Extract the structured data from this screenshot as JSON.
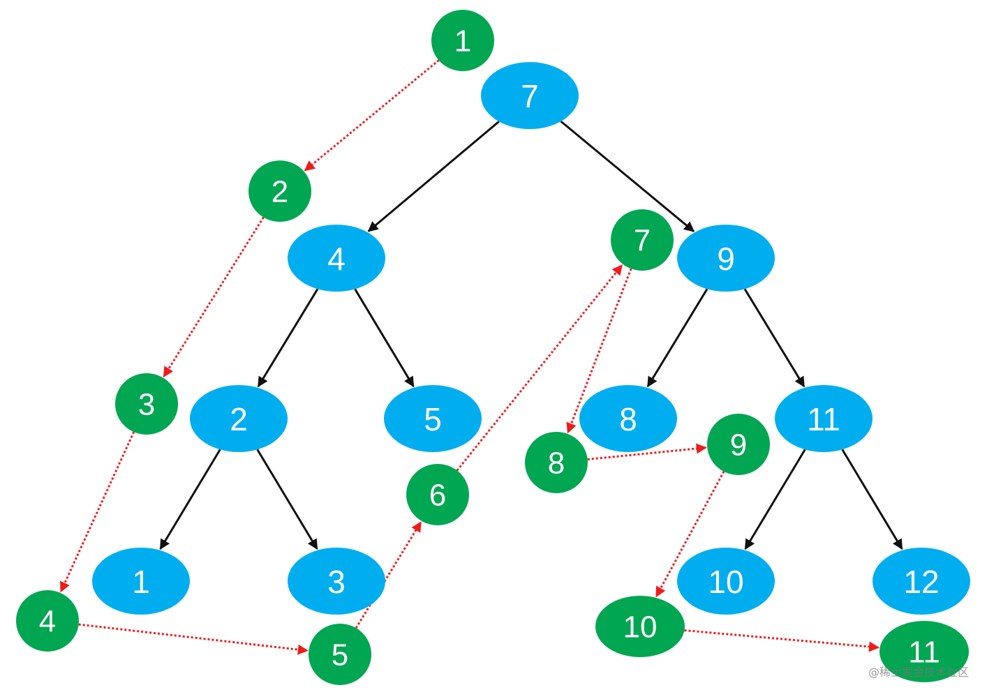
{
  "colors": {
    "tree_node": "#00AEEF",
    "order_node": "#00A651",
    "tree_edge": "#111111",
    "order_edge": "#ee1c1c",
    "label": "#ffffff"
  },
  "tree": {
    "nodes": [
      {
        "id": "t7",
        "label": "7"
      },
      {
        "id": "t4",
        "label": "4"
      },
      {
        "id": "t9",
        "label": "9"
      },
      {
        "id": "t2",
        "label": "2"
      },
      {
        "id": "t5",
        "label": "5"
      },
      {
        "id": "t8",
        "label": "8"
      },
      {
        "id": "t11",
        "label": "11"
      },
      {
        "id": "t1",
        "label": "1"
      },
      {
        "id": "t3",
        "label": "3"
      },
      {
        "id": "t10",
        "label": "10"
      },
      {
        "id": "t12",
        "label": "12"
      }
    ],
    "edges": [
      {
        "from": "t7",
        "to": "t4"
      },
      {
        "from": "t7",
        "to": "t9"
      },
      {
        "from": "t4",
        "to": "t2"
      },
      {
        "from": "t4",
        "to": "t5"
      },
      {
        "from": "t2",
        "to": "t1"
      },
      {
        "from": "t2",
        "to": "t3"
      },
      {
        "from": "t9",
        "to": "t8"
      },
      {
        "from": "t9",
        "to": "t11"
      },
      {
        "from": "t11",
        "to": "t10"
      },
      {
        "from": "t11",
        "to": "t12"
      }
    ]
  },
  "traversal": {
    "nodes": [
      {
        "id": "o1",
        "label": "1"
      },
      {
        "id": "o2",
        "label": "2"
      },
      {
        "id": "o3",
        "label": "3"
      },
      {
        "id": "o4",
        "label": "4"
      },
      {
        "id": "o5",
        "label": "5"
      },
      {
        "id": "o6",
        "label": "6"
      },
      {
        "id": "o7",
        "label": "7"
      },
      {
        "id": "o8",
        "label": "8"
      },
      {
        "id": "o9",
        "label": "9"
      },
      {
        "id": "o10",
        "label": "10"
      },
      {
        "id": "o11",
        "label": "11"
      }
    ],
    "edges": [
      {
        "from": "o1",
        "to": "o2"
      },
      {
        "from": "o2",
        "to": "o3"
      },
      {
        "from": "o3",
        "to": "o4"
      },
      {
        "from": "o4",
        "to": "o5"
      },
      {
        "from": "o5",
        "to": "o6"
      },
      {
        "from": "o6",
        "to": "o7"
      },
      {
        "from": "o7",
        "to": "o8"
      },
      {
        "from": "o8",
        "to": "o9"
      },
      {
        "from": "o9",
        "to": "o10"
      },
      {
        "from": "o10",
        "to": "o11"
      }
    ]
  },
  "watermark": "@稀土掘金技术社区"
}
